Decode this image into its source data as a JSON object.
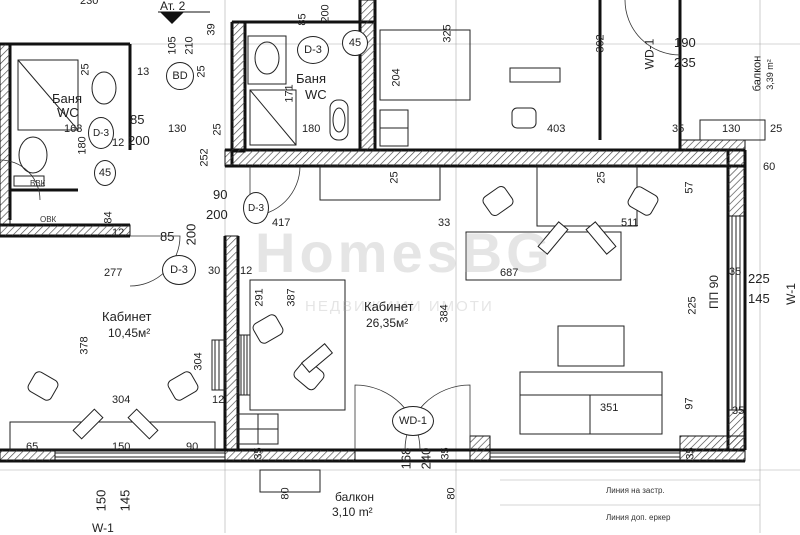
{
  "drawing": {
    "level_marker": "Ат. 2",
    "watermark_brand": "HomesBG",
    "watermark_tagline": "НЕДВИЖИМИ ИМОТИ"
  },
  "rooms": {
    "bath_left": {
      "name": "Баня",
      "sub": "WC"
    },
    "bath_mid": {
      "name": "Баня",
      "sub": "WC"
    },
    "office_small": {
      "name": "Кабинет",
      "area": "10,45м²"
    },
    "office_large": {
      "name": "Кабинет",
      "area": "26,35м²"
    },
    "balcony_bottom": {
      "name": "балкон",
      "area": "3,10 m²"
    },
    "balcony_top": {
      "name": "балкон",
      "area": "3,39 m²"
    }
  },
  "tags": {
    "bd": "BD",
    "d3_a": "D-3",
    "d3_b": "D-3",
    "d3_c": "D-3",
    "d3_d": "D-3",
    "wd1_a": "WD-1",
    "wd1_b": "WD-1",
    "w1_a": "W-1",
    "w1_b": "W-1",
    "pp90": "ПП 90",
    "n45_a": "45",
    "n45_b": "45"
  },
  "notes": {
    "line_building": "Линия на застр.",
    "line_bay": "Линия доп. еркер",
    "vbk": "ВВК",
    "ovk": "ОВК"
  },
  "dims": {
    "top_230": "230",
    "top_105": "105",
    "top_210": "210",
    "top_39": "39",
    "top_85": "85",
    "top_200": "200",
    "top_325": "325",
    "top_302": "302",
    "top_190": "190",
    "top_235": "235",
    "left_25a": "25",
    "left_13": "13",
    "left_25b": "25",
    "left_163": "163",
    "left_85": "85",
    "left_180": "180",
    "left_12a": "12",
    "left_200": "200",
    "left_130": "130",
    "left_25c": "25",
    "left_252": "252",
    "mid_171": "171",
    "mid_180": "180",
    "mid_204": "204",
    "mid_403": "403",
    "mid_35a": "35",
    "mid_130": "130",
    "mid_25": "25",
    "c_90": "90",
    "c_200a": "200",
    "c_417": "417",
    "c_33": "33",
    "c_25a": "25",
    "c_25b": "25",
    "c_57": "57",
    "c_511": "511",
    "c_84": "84",
    "c_12a": "12",
    "c_85": "85",
    "c_200b": "200",
    "c_277": "277",
    "c_30": "30",
    "c_12b": "12",
    "c_687": "687",
    "c_291": "291",
    "c_387": "387",
    "c_384": "384",
    "c_225a": "225",
    "c_35b": "35",
    "r_225": "225",
    "r_145": "145",
    "r_60": "60",
    "o_378": "378",
    "o_304a": "304",
    "o_12": "12",
    "o_304b": "304",
    "o_65": "65",
    "o_150": "150",
    "o_90": "90",
    "b_351": "351",
    "b_97": "97",
    "b_35a": "35",
    "b_35b": "35",
    "b_35c": "35",
    "b_168": "168",
    "b_240": "240",
    "b_35d": "35",
    "b_80a": "80",
    "b_80b": "80",
    "b_150": "150",
    "b_145": "145"
  }
}
